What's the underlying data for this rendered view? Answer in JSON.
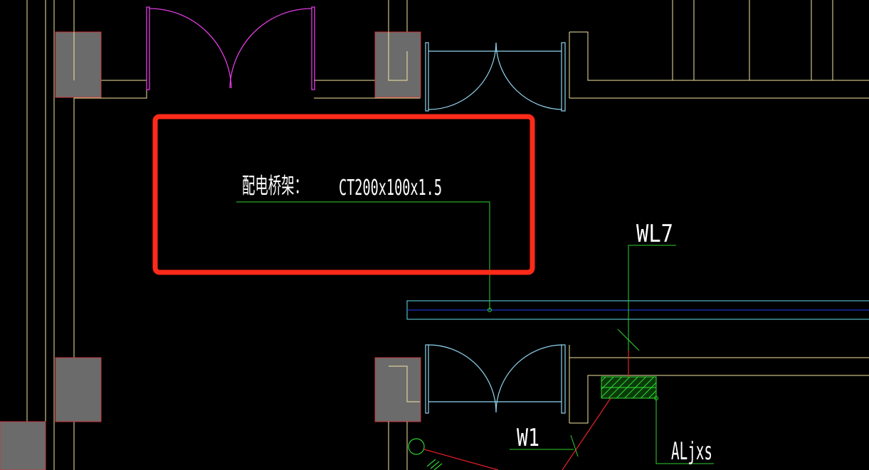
{
  "annotations": {
    "tray_label": "配电桥架：",
    "tray_spec": "CT200x100x1.5",
    "circuit_wl7": "WL7",
    "circuit_w1": "W1",
    "panel_aljxs": "ALjxs"
  },
  "colors": {
    "background": "#000000",
    "wall": "#f5e6a0",
    "column_fill": "#6b6b6b",
    "column_border": "#c8353a",
    "door_magenta": "#e03ce0",
    "door_cyan": "#8fd6ee",
    "leader_green": "#2fd12f",
    "tray_cyan": "#64e0f0",
    "tray_blue": "#2040ff",
    "highlight_red": "#ff2a1a",
    "cable_red": "#e8202a",
    "text": "#ffffff"
  },
  "icons": {
    "panel_hatch": "hatch-pattern",
    "junction": "small-circle",
    "lamp": "circle-symbol"
  }
}
